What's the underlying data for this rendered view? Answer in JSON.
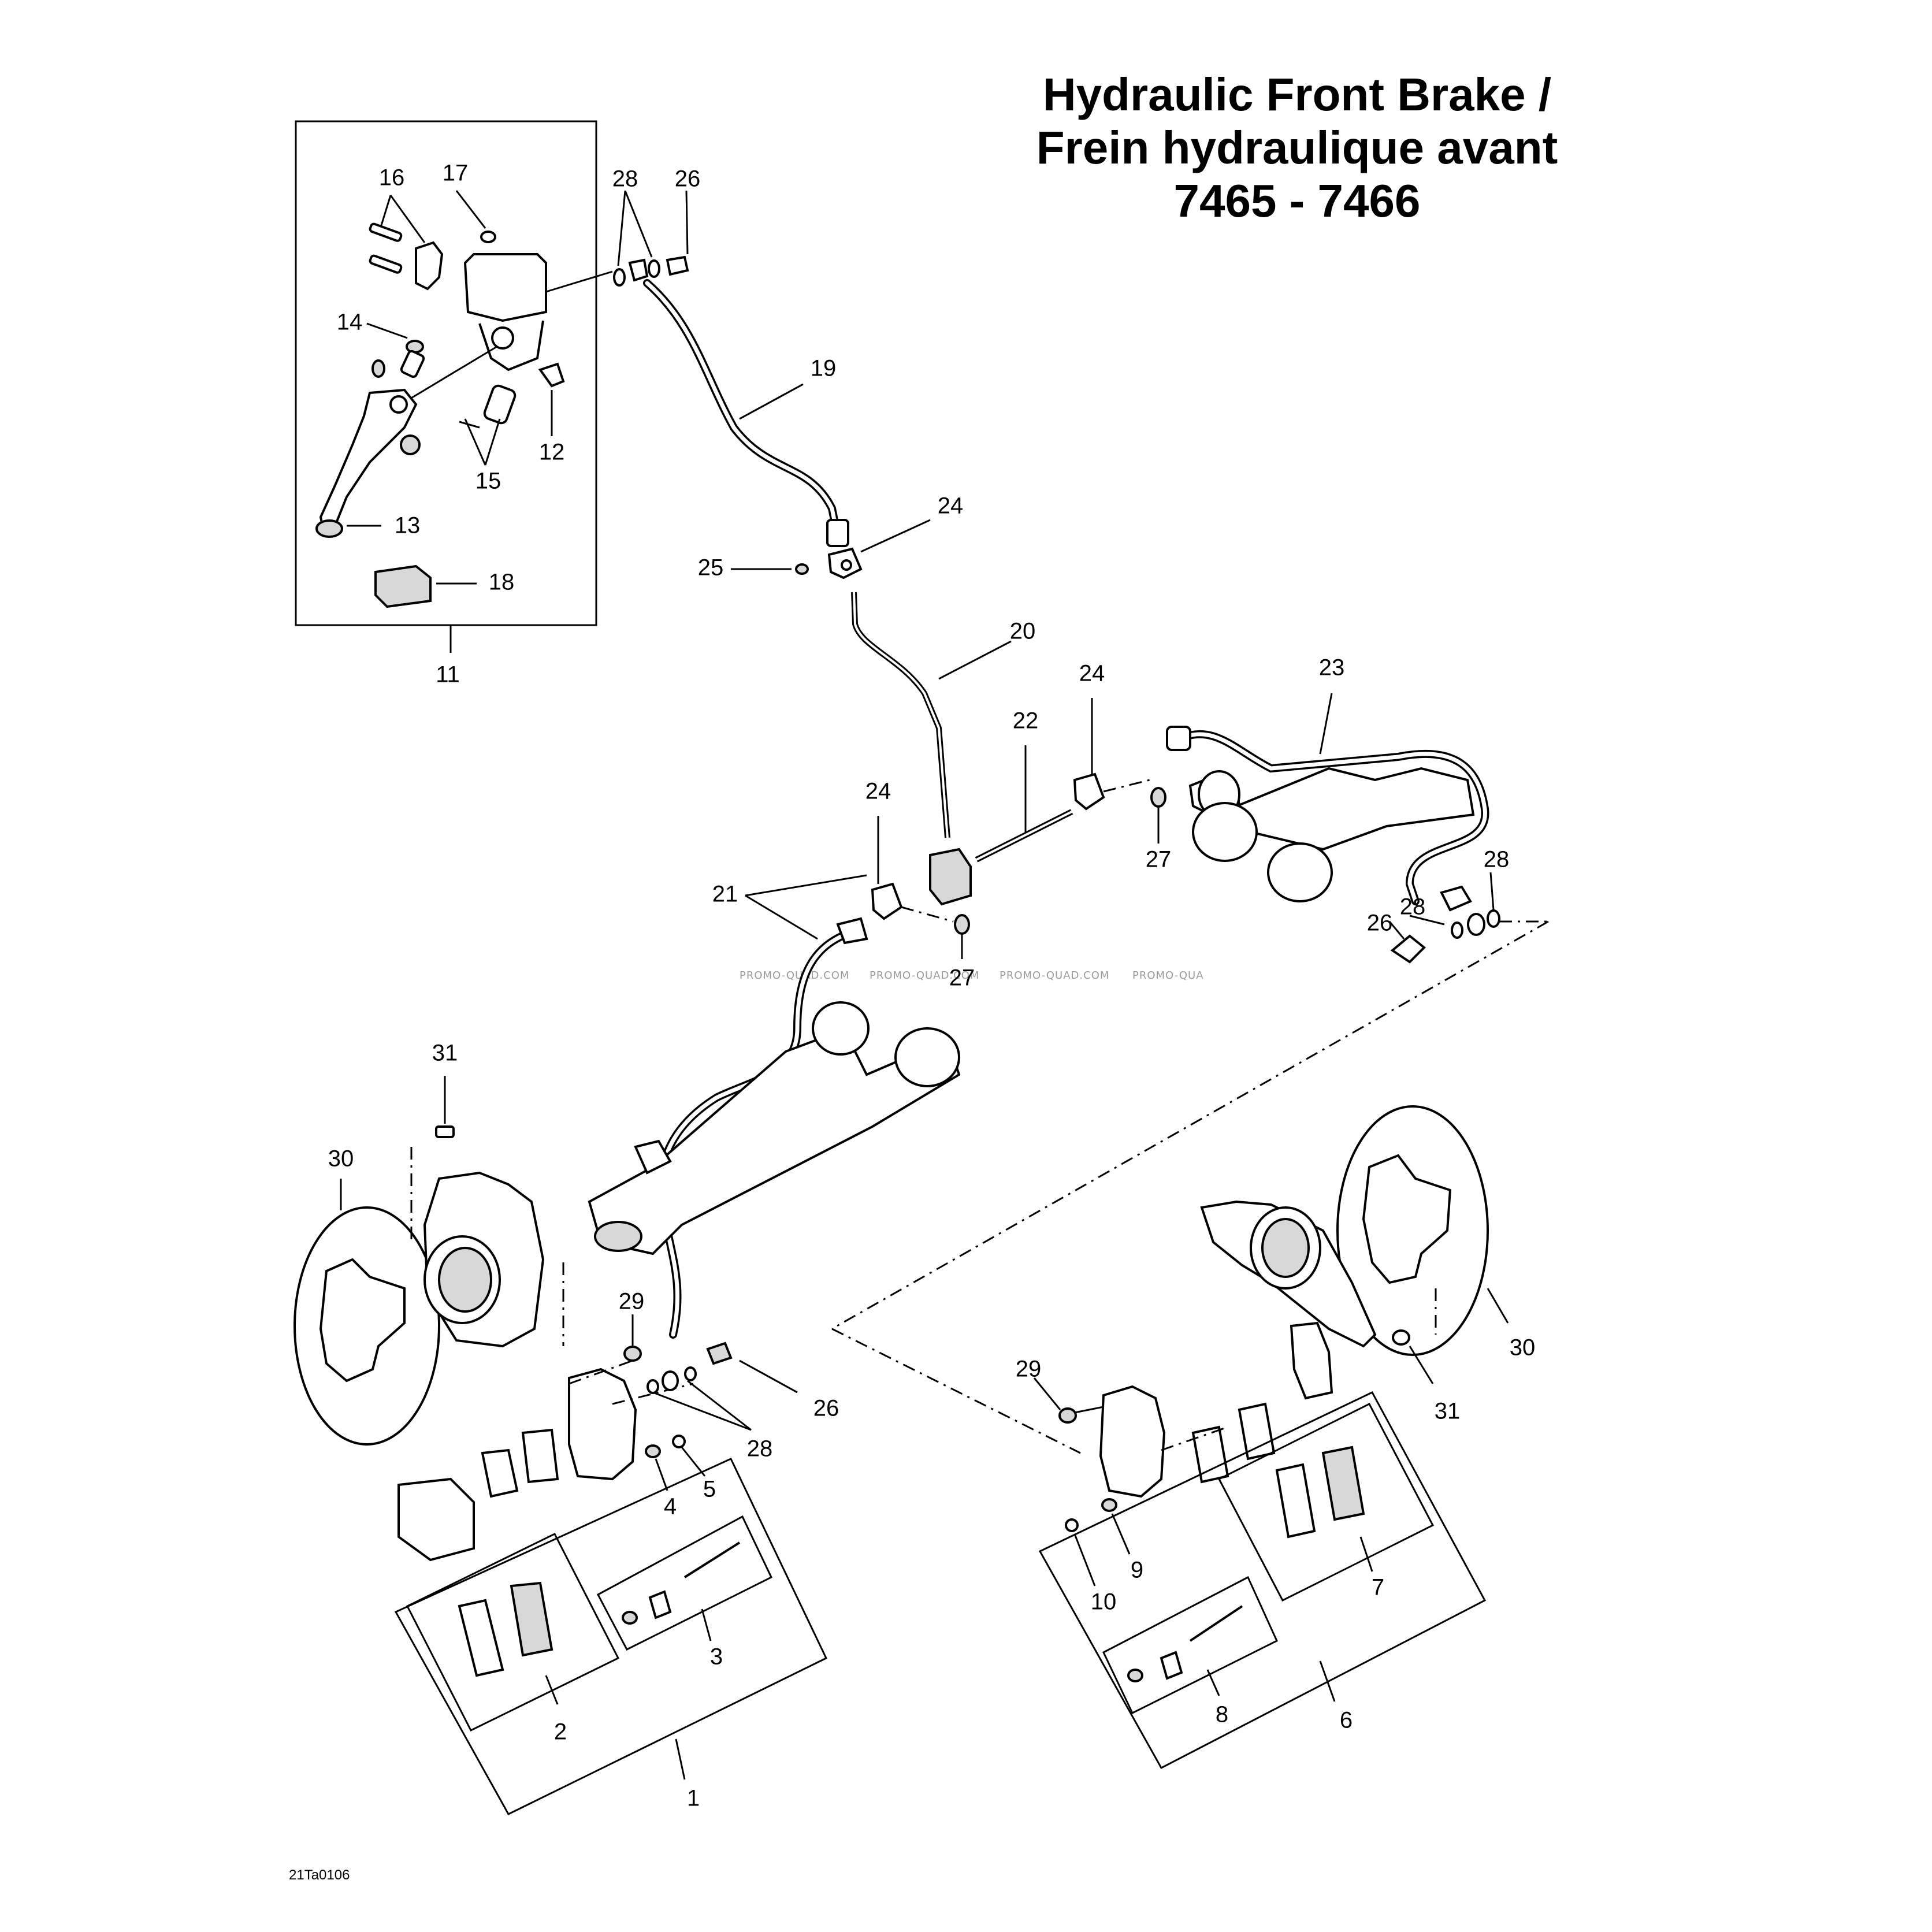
{
  "title": {
    "line1": "Hydraulic Front Brake /",
    "line2": "Frein hydraulique avant",
    "line3": "7465 - 7466"
  },
  "drawing_code": "21Ta0106",
  "watermark": [
    "PROMO-QUAD.COM",
    "PROMO-QUAD.COM",
    "PROMO-QUAD.COM",
    "PROMO-QUA"
  ],
  "callouts": [
    "1",
    "2",
    "3",
    "4",
    "5",
    "6",
    "7",
    "8",
    "9",
    "10",
    "11",
    "12",
    "13",
    "14",
    "15",
    "16",
    "17",
    "18",
    "19",
    "20",
    "21",
    "22",
    "23",
    "24",
    "24",
    "24",
    "25",
    "26",
    "26",
    "26",
    "27",
    "27",
    "28",
    "28",
    "28",
    "28",
    "29",
    "29",
    "30",
    "30",
    "31",
    "31"
  ]
}
